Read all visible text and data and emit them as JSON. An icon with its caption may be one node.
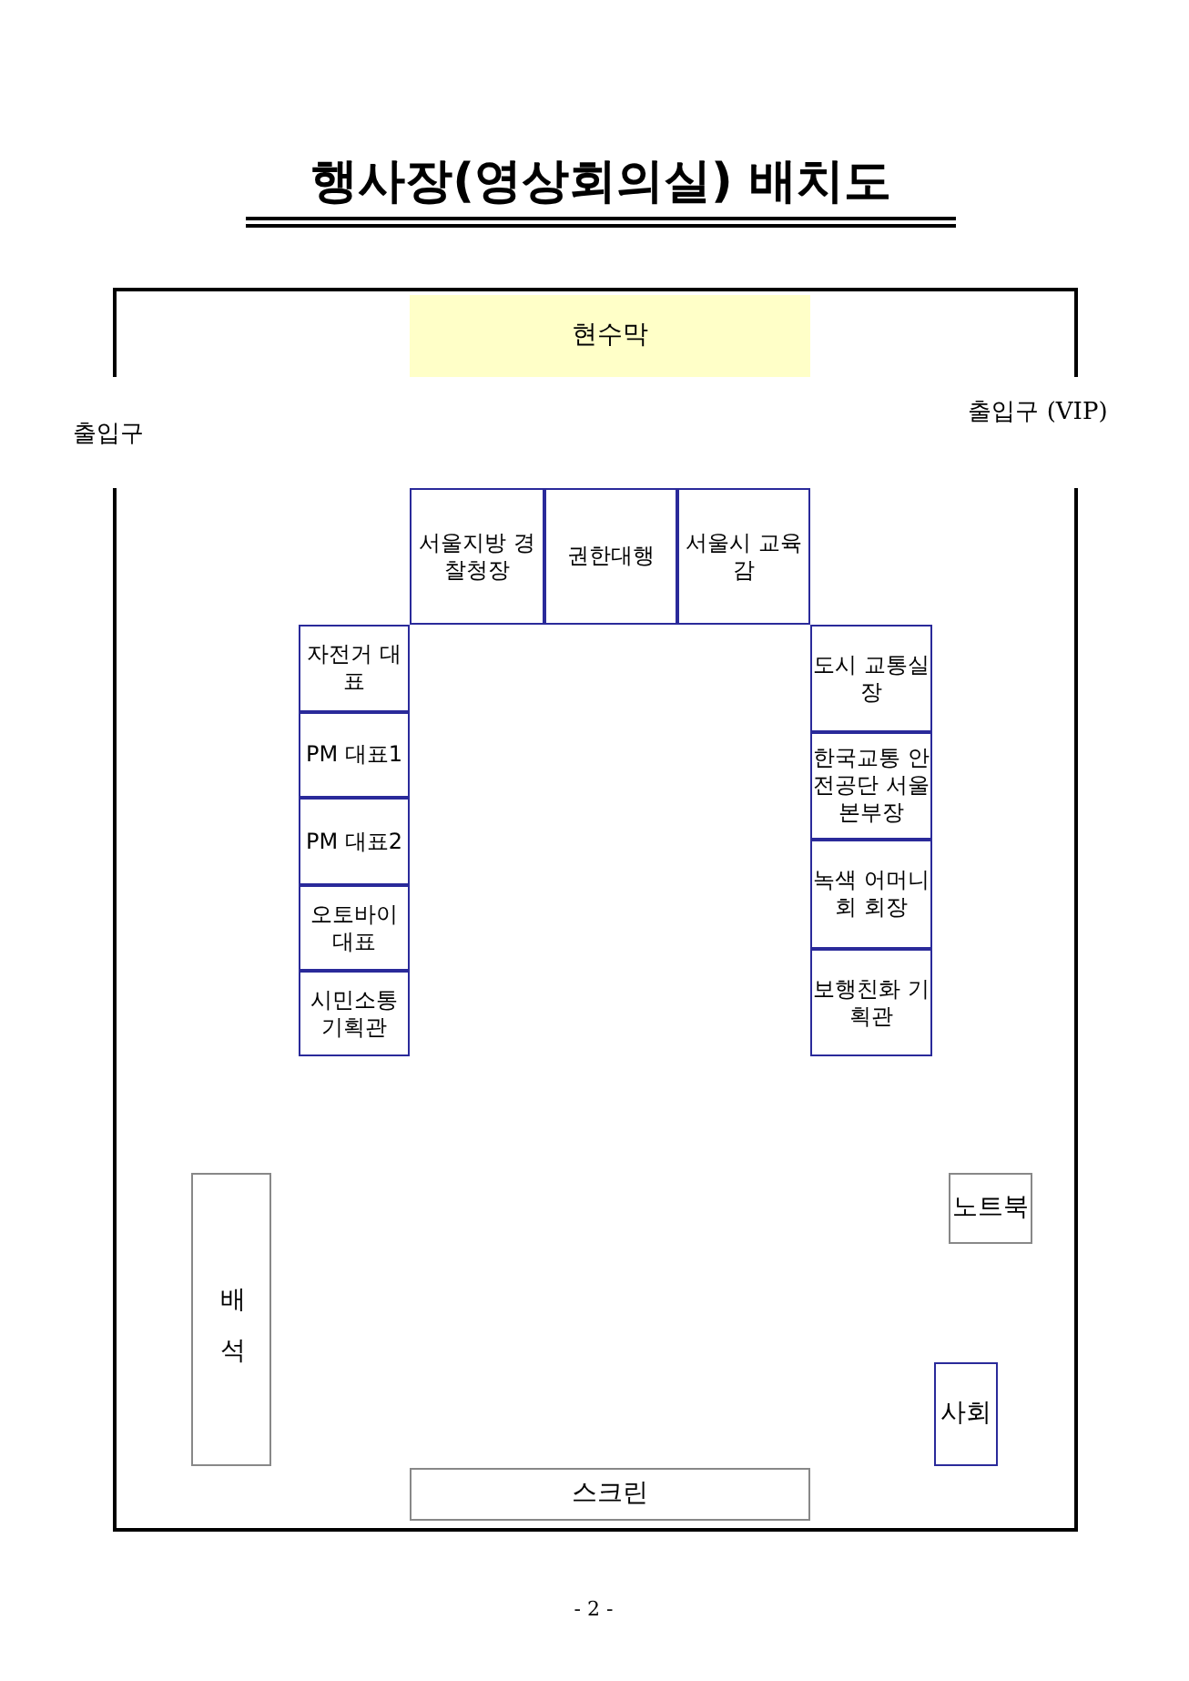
{
  "diagram": {
    "title": "행사장(영상회의실) 배치도",
    "nodes": [
      {
        "text": [
          "현수막"
        ]
      },
      {
        "text": [
          "서울지방 경찰청장"
        ]
      },
      {
        "text": [
          "권한대행"
        ]
      },
      {
        "text": [
          "서울시 교육감"
        ]
      },
      {
        "text": [
          "자전거 대표"
        ]
      },
      {
        "text": [
          "PM 대표1"
        ]
      },
      {
        "text": [
          "PM 대표2"
        ]
      },
      {
        "text": [
          "오토바이 대표"
        ]
      },
      {
        "text": [
          "시민소통 기획관"
        ]
      },
      {
        "text": [
          "도시 교통실장"
        ]
      },
      {
        "text": [
          "한국교통 안전공단 서울본부장"
        ]
      },
      {
        "text": [
          "녹색 어머니회 회장"
        ]
      },
      {
        "text": [
          "보행친화 기획관"
        ]
      },
      {
        "text": [
          "배석"
        ]
      },
      {
        "text": [
          "노트북"
        ]
      },
      {
        "text": [
          "사회"
        ]
      },
      {
        "text": [
          "스크린"
        ]
      }
    ],
    "labels": [
      "출입구",
      "출입구 (VIP)",
      "- 2 -"
    ]
  }
}
